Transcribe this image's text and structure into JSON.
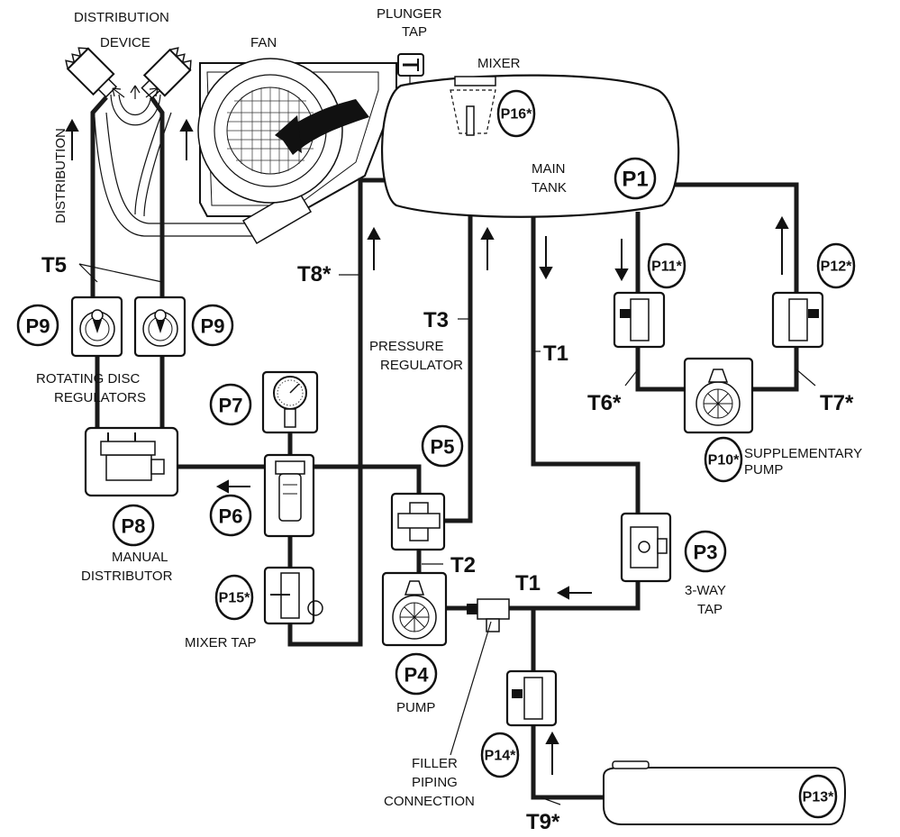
{
  "labels": {
    "distribution_device_line1": "DISTRIBUTION",
    "distribution_device_line2": "DEVICE",
    "fan": "FAN",
    "plunger_tap_line1": "PLUNGER",
    "plunger_tap_line2": "TAP",
    "mixer": "MIXER",
    "main_tank_line1": "MAIN",
    "main_tank_line2": "TANK",
    "distribution_vertical": "DISTRIBUTION",
    "pressure_regulator_line1": "PRESSURE",
    "pressure_regulator_line2": "REGULATOR",
    "rotating_disc_line1": "ROTATING DISC",
    "rotating_disc_line2": "REGULATORS",
    "supplementary_pump_line1": "SUPPLEMENTARY",
    "supplementary_pump_line2": "PUMP",
    "manual_distributor_line1": "MANUAL",
    "manual_distributor_line2": "DISTRIBUTOR",
    "three_way_tap_line1": "3-WAY",
    "three_way_tap_line2": "TAP",
    "mixer_tap": "MIXER TAP",
    "pump": "PUMP",
    "filler_line1": "FILLER",
    "filler_line2": "PIPING",
    "filler_line3": "CONNECTION"
  },
  "pipes": {
    "t1": "T1",
    "t1_lower": "T1",
    "t2": "T2",
    "t3": "T3",
    "t5": "T5",
    "t6": "T6*",
    "t7": "T7*",
    "t8": "T8*",
    "t9": "T9*"
  },
  "parts": {
    "p1": "P1",
    "p3": "P3",
    "p4": "P4",
    "p5": "P5",
    "p6": "P6",
    "p7": "P7",
    "p8": "P8",
    "p9_left": "P9",
    "p9_right": "P9",
    "p10": "P10*",
    "p11": "P11*",
    "p12": "P12*",
    "p13": "P13*",
    "p14": "P14*",
    "p15": "P15*",
    "p16": "P16*"
  }
}
